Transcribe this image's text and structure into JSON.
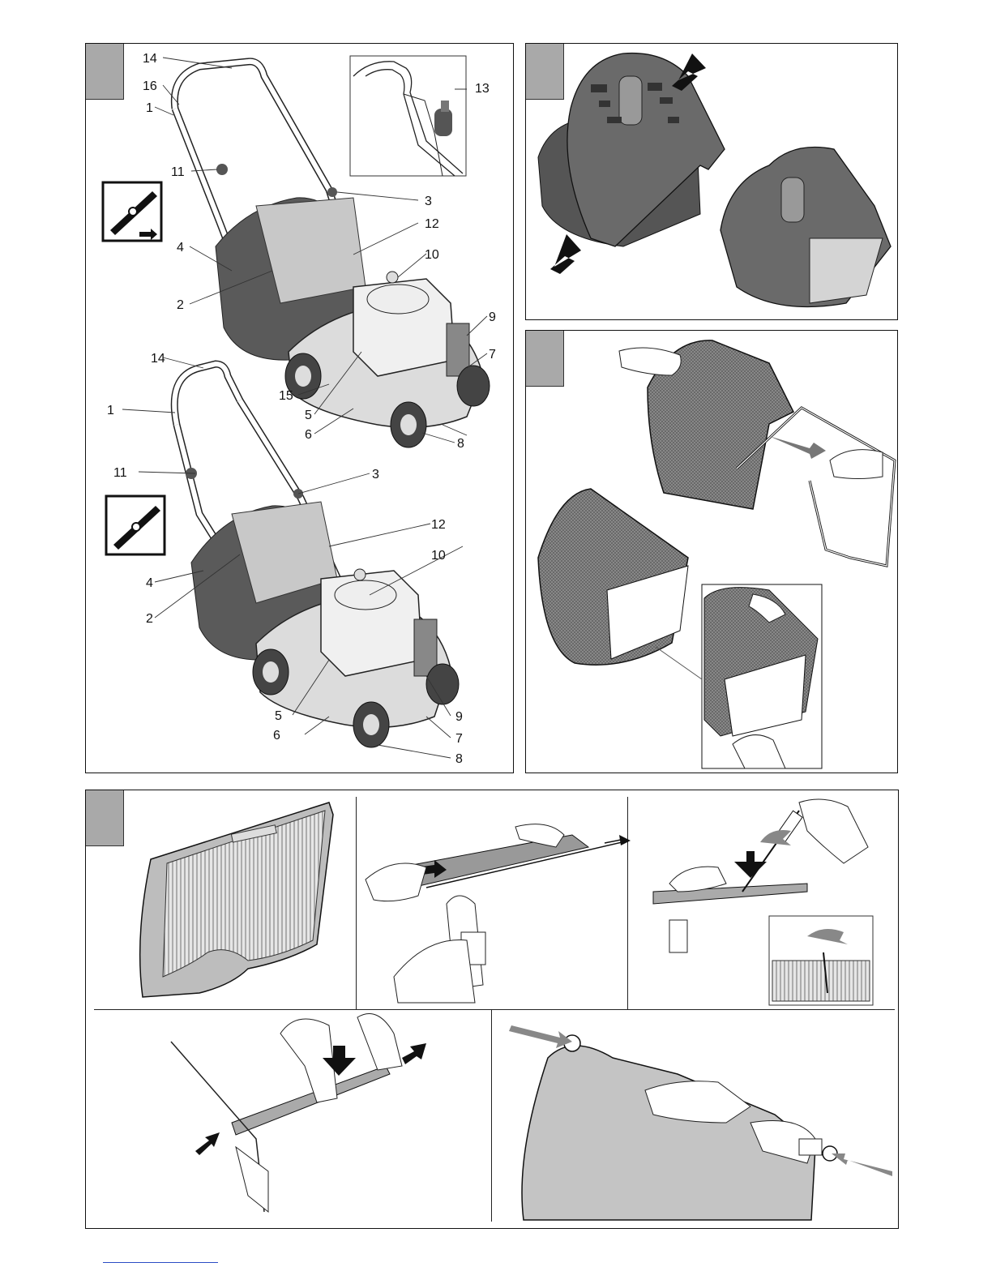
{
  "page": {
    "figure1": {
      "upper_mower_callouts": [
        "14",
        "16",
        "1",
        "11",
        "3",
        "12",
        "10",
        "4",
        "2",
        "9",
        "7",
        "15",
        "5",
        "6",
        "8"
      ],
      "inset_callout": "13",
      "lower_mower_callouts": [
        "14",
        "1",
        "11",
        "3",
        "12",
        "10",
        "4",
        "2",
        "5",
        "9",
        "6",
        "7",
        "8"
      ]
    }
  },
  "colors": {
    "tab_gray": "#a9a9a9",
    "dark_part": "#555555",
    "mid_part": "#8a8a8a",
    "light_part": "#d9d9d9",
    "line": "#111111",
    "footer_link": "#2b4cc4"
  },
  "icons": [
    "blade-mulch-icon",
    "blade-standard-icon",
    "arrow-icon",
    "hand-icon"
  ]
}
